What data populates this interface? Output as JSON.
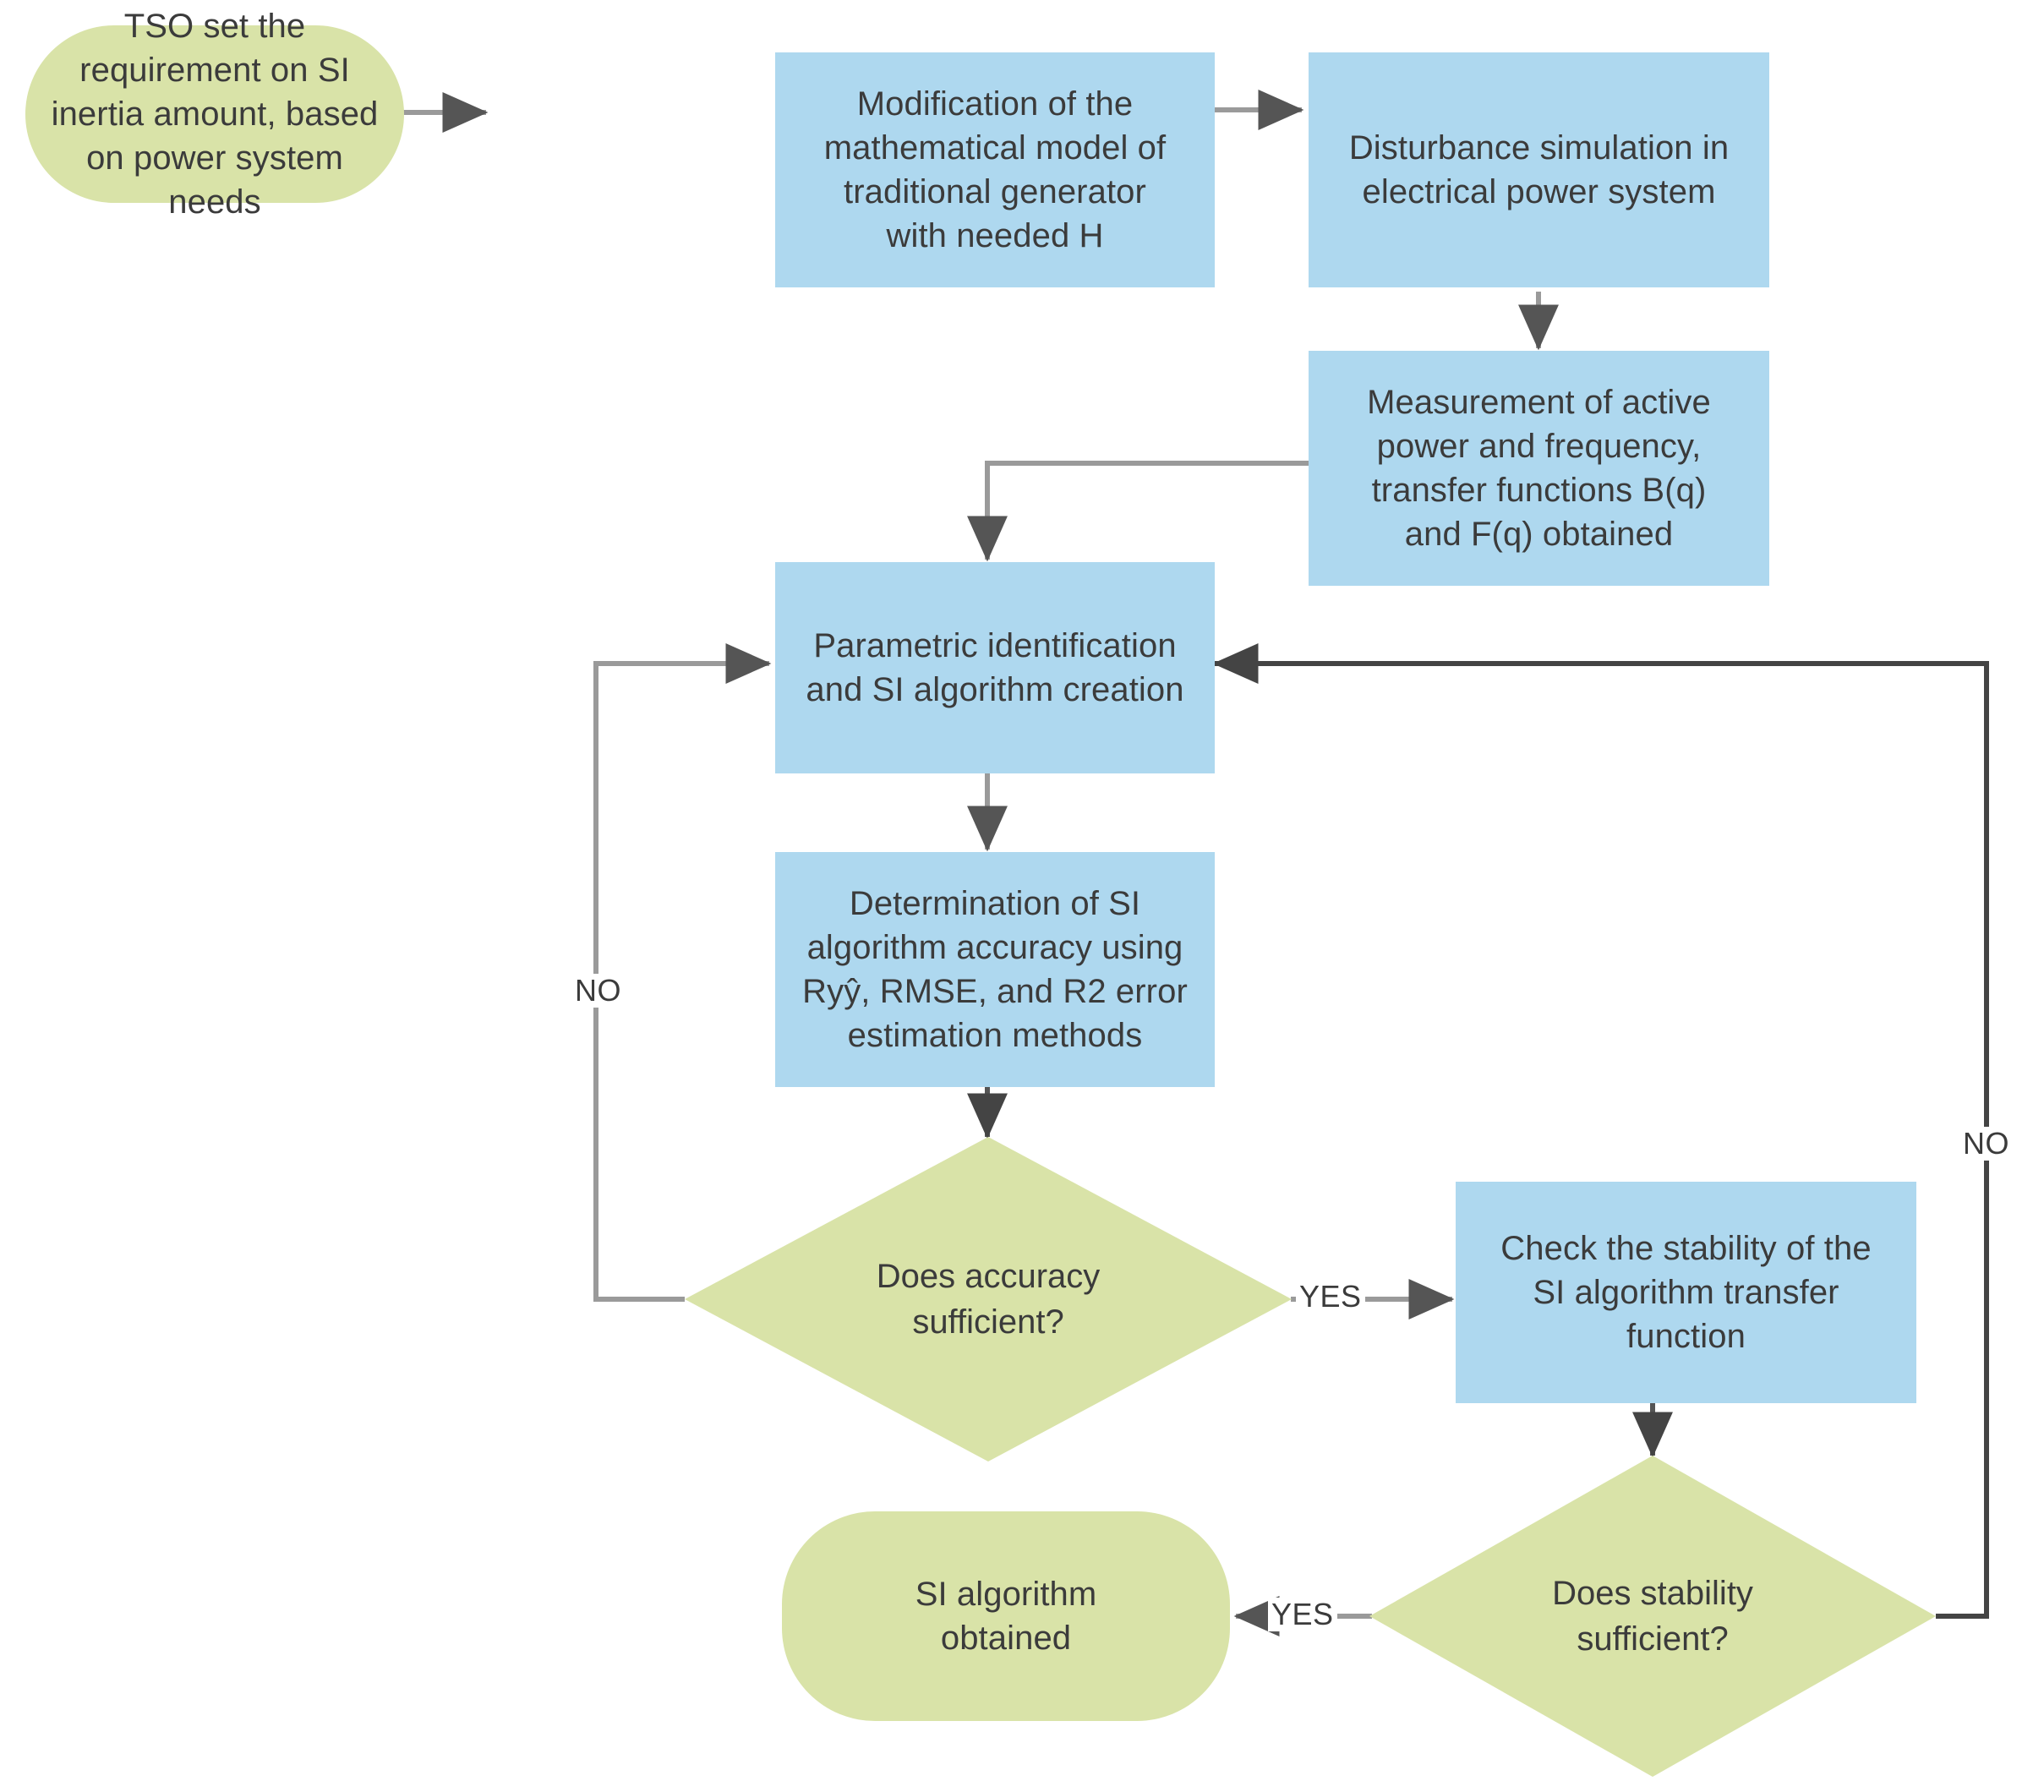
{
  "diagram": {
    "title": "SI algorithm creation flowchart",
    "colors": {
      "terminator_fill": "#d9e3a8",
      "process_fill": "#aed8ef",
      "connector_gray": "#9a9a9a",
      "connector_dark": "#444444",
      "text": "#3b3b3b",
      "background": "#ffffff"
    },
    "nodes": {
      "start": {
        "shape": "terminator",
        "text": "TSO set the\nrequirement on SI\ninertia amount, based\non power system needs"
      },
      "modification": {
        "shape": "process",
        "text": "Modification of the\nmathematical model of\ntraditional generator\nwith needed H"
      },
      "disturbance": {
        "shape": "process",
        "text": "Disturbance simulation in\nelectrical power system"
      },
      "measurement": {
        "shape": "process",
        "text": "Measurement of active\npower and frequency,\ntransfer functions B(q)\nand F(q) obtained"
      },
      "parametric": {
        "shape": "process",
        "text": "Parametric identification\nand SI algorithm creation"
      },
      "determination": {
        "shape": "process",
        "text": "Determination of SI\nalgorithm accuracy using\nRyŷ, RMSE, and R2 error\nestimation methods"
      },
      "accuracy_decision": {
        "shape": "decision",
        "text": "Does accuracy\nsufficient?"
      },
      "stability_check": {
        "shape": "process",
        "text": "Check the stability of the\nSI algorithm transfer\nfunction"
      },
      "stability_decision": {
        "shape": "decision",
        "text": "Does stability\nsufficient?"
      },
      "end": {
        "shape": "terminator",
        "text": "SI algorithm\nobtained"
      }
    },
    "edge_labels": {
      "accuracy_no": "NO",
      "accuracy_yes": "YES",
      "stability_no": "NO",
      "stability_yes": "YES"
    }
  }
}
